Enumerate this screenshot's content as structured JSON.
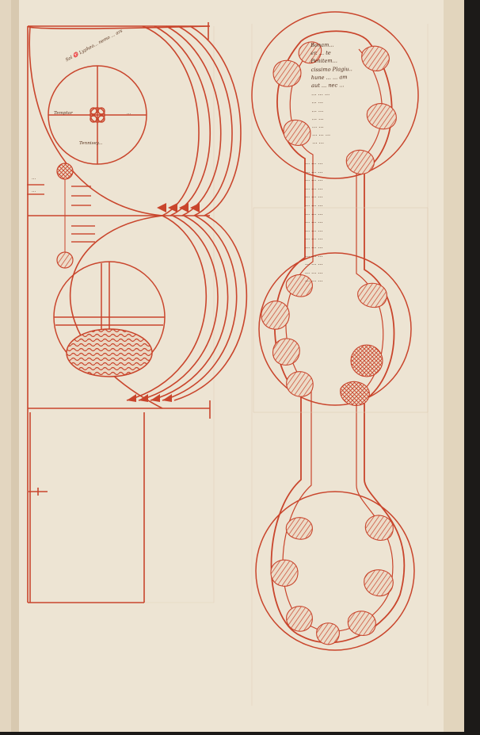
{
  "manuscript": {
    "colors": {
      "parchment": "#ede4d3",
      "ink_red": "#c9452c",
      "ink_brown": "#4a2a1a",
      "gutter": "#1c1a18"
    },
    "left_circle_labels": {
      "top": "Sol ♈ Lypheo... nemo ... ars",
      "left": "Temptor",
      "right": "...",
      "bottom": "Tennisey...",
      "margin_left": "...",
      "margin_left_two": "..."
    },
    "text_top": [
      "Bonam...",
      "er. ... te",
      "Penitem...",
      "cissimo Plagiu..",
      "hune ... ... am",
      "aut ... nec ...",
      "... ... ...",
      "... ...",
      "... ...",
      "... ...",
      "... ...",
      "... ... ...",
      "... ..."
    ],
    "text_column": [
      "... ... ...",
      "... ... ...",
      "... ... ...",
      "... ... ...",
      "... ... ...",
      "... ... ...",
      "... ... ...",
      "... ... ...",
      "... ... ...",
      "... ... ...",
      "... ... ...",
      "... ... ...",
      "... ... ...",
      "... ... ...",
      "... ... ..."
    ]
  }
}
